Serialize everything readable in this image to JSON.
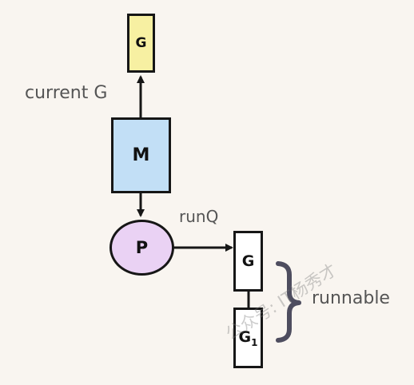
{
  "nodes": {
    "current_g": {
      "label": "G",
      "color": "#f7f0a2"
    },
    "machine": {
      "label": "M",
      "color": "#c2dff6"
    },
    "processor": {
      "label": "P",
      "color": "#ead2f4"
    },
    "queue_g_top": {
      "label": "G",
      "color": "#ffffff"
    },
    "queue_g_bottom": {
      "label": "G",
      "subscript": "1",
      "color": "#ffffff"
    }
  },
  "labels": {
    "current_g": "current G",
    "run_queue": "runQ",
    "runnable": "runnable"
  },
  "watermark": "公众号: IT杨秀才",
  "colors": {
    "background": "#f9f5f0",
    "stroke": "#161616",
    "label_text": "#555555",
    "brace": "#4e4d5f"
  }
}
